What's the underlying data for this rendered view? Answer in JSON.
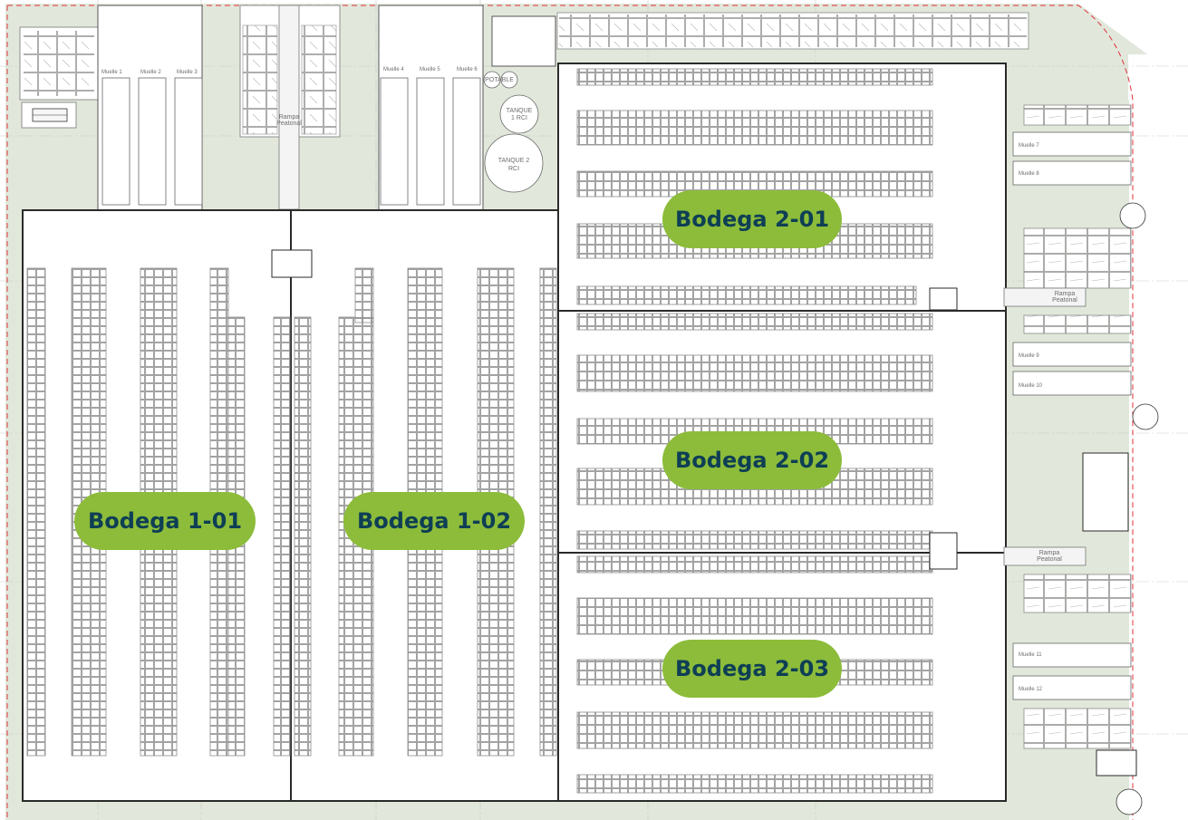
{
  "warehouses": [
    {
      "id": "b101",
      "label": "Bodega 1-01"
    },
    {
      "id": "b102",
      "label": "Bodega 1-02"
    },
    {
      "id": "b201",
      "label": "Bodega 2-01"
    },
    {
      "id": "b202",
      "label": "Bodega 2-02"
    },
    {
      "id": "b203",
      "label": "Bodega 2-03"
    }
  ],
  "docks": {
    "muelle_1": "Muelle 1",
    "muelle_2": "Muelle 2",
    "muelle_3": "Muelle 3",
    "muelle_4": "Muelle 4",
    "muelle_5": "Muelle 5",
    "muelle_6": "Muelle 6",
    "muelle_7": "Muelle 7",
    "muelle_8": "Muelle 8",
    "muelle_9": "Muelle 9",
    "muelle_10": "Muelle 10",
    "muelle_11": "Muelle 11",
    "muelle_12": "Muelle 12"
  },
  "tanks": {
    "potable": "POTABLE",
    "tanque1_line1": "TANQUE",
    "tanque1_line2": "1 RCI",
    "tanque2_line1": "TANQUE 2",
    "tanque2_line2": "RCI"
  },
  "ramps": {
    "north_line1": "Rampa",
    "north_line2": "Peatonal",
    "east1_line1": "Rampa",
    "east1_line2": "Peatonal",
    "east2_line1": "Rampa",
    "east2_line2": "Peatonal"
  },
  "colors": {
    "label_fill": "#8cbc3a",
    "label_text": "#0e3f55",
    "yard": "#e1e8db",
    "rack": "#8c8c8c",
    "wall": "#2a2a2a",
    "boundary": "#e0303a"
  }
}
